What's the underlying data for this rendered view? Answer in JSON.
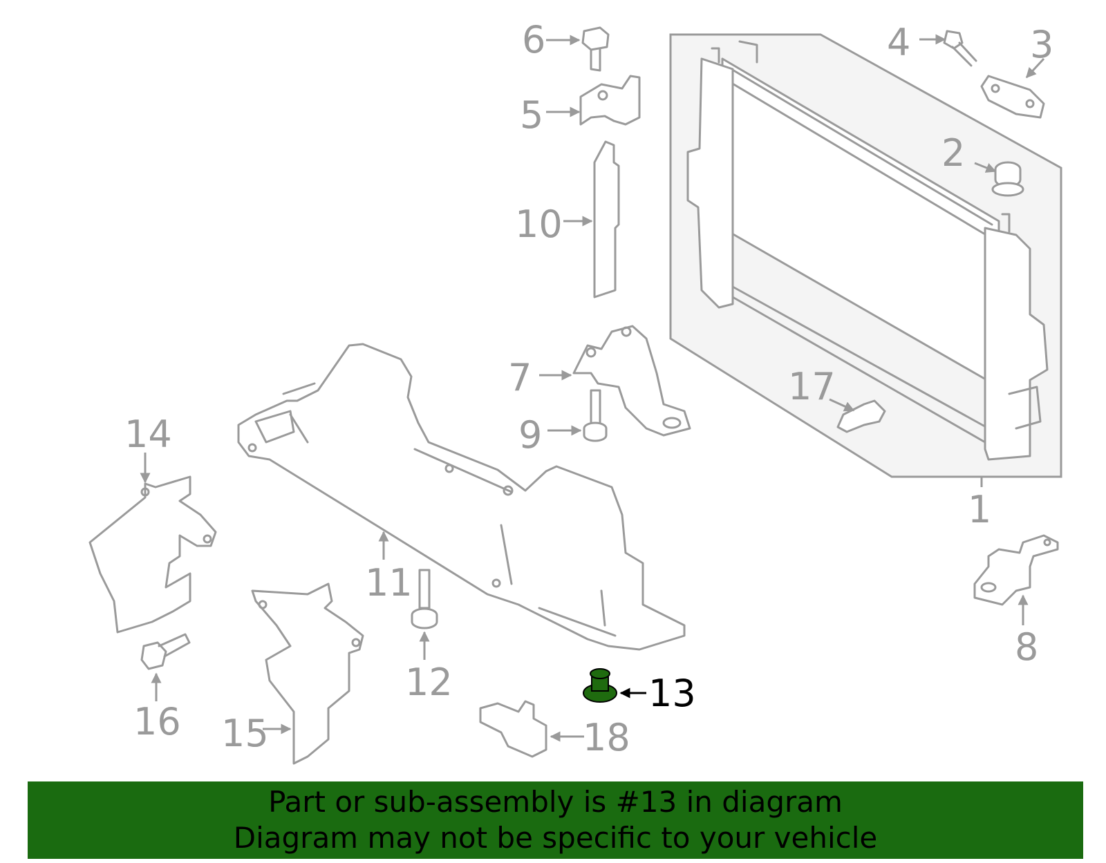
{
  "diagram": {
    "callouts": [
      "1",
      "2",
      "3",
      "4",
      "5",
      "6",
      "7",
      "8",
      "9",
      "10",
      "11",
      "12",
      "13",
      "14",
      "15",
      "16",
      "17",
      "18"
    ],
    "highlighted_part": "13",
    "part_color": "#9a9a9a",
    "highlight_color": "#1f6b0f"
  },
  "banner": {
    "line1": "Part or sub-assembly is #13 in diagram",
    "line2": "Diagram may not be specific to your vehicle",
    "background": "#1a6b10",
    "text_color": "#000000"
  }
}
